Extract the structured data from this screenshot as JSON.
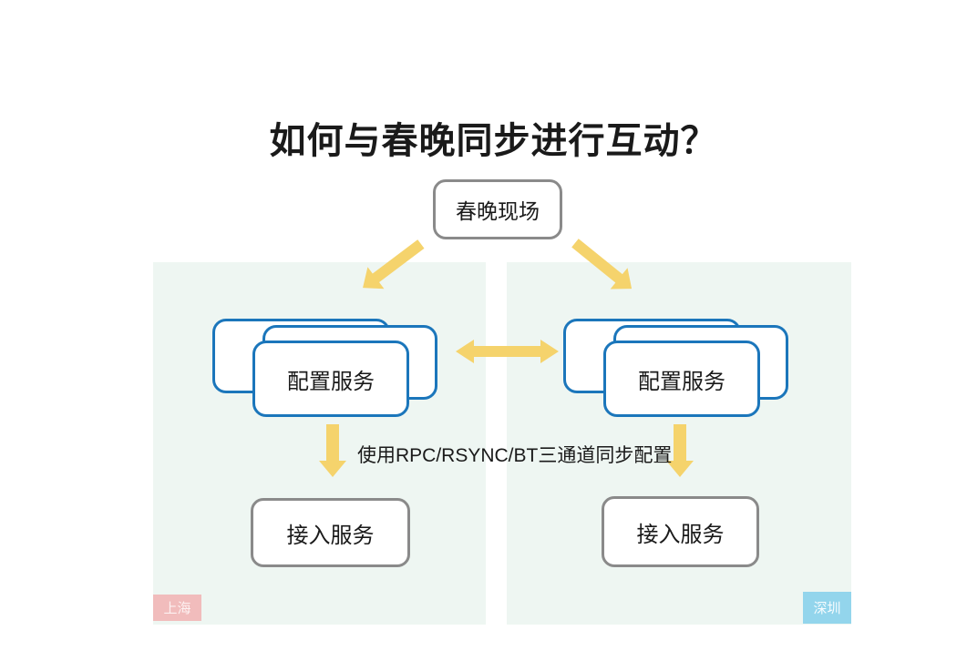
{
  "slide": {
    "title": "如何与春晚同步进行互动？"
  },
  "nodes": {
    "source": "春晚现场",
    "config_left": "配置服务",
    "config_right": "配置服务",
    "access_left": "接入服务",
    "access_right": "接入服务"
  },
  "annotations": {
    "sync_channels": "使用RPC/RSYNC/BT三通道同步配置"
  },
  "regions": {
    "left": "上海",
    "right": "深圳"
  },
  "colors": {
    "panel_bg": "#eef6f2",
    "stack_border": "#1b76bb",
    "plain_border": "#8a8a8a",
    "arrow": "#f5d36c",
    "left_region_bg": "#f1bcbc",
    "right_region_bg": "#93d5ec"
  }
}
